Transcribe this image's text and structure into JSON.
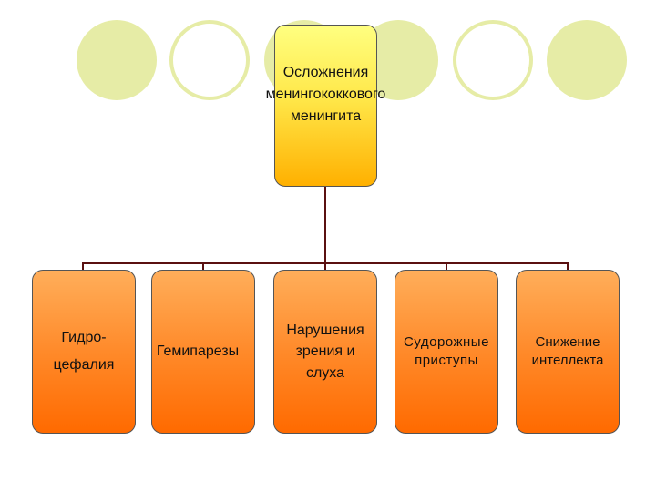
{
  "diagram": {
    "root": {
      "label": "Осложнения\nменингококкового\nменингита"
    },
    "children": [
      {
        "label": "Гидро-\nцефалия"
      },
      {
        "label": "Гемипарезы"
      },
      {
        "label": "Нарушения\nзрения и\nслуха"
      },
      {
        "label": "Судорожные\nприступы"
      },
      {
        "label": "Снижение\nинтеллекта"
      }
    ]
  },
  "colors": {
    "root_fill_top": "#ffff80",
    "root_fill_bottom": "#ffb000",
    "child_fill_top": "#ffae5a",
    "child_fill_bottom": "#ff6a00",
    "connector": "#5a1010",
    "decor_circle": "#e6eca6"
  }
}
